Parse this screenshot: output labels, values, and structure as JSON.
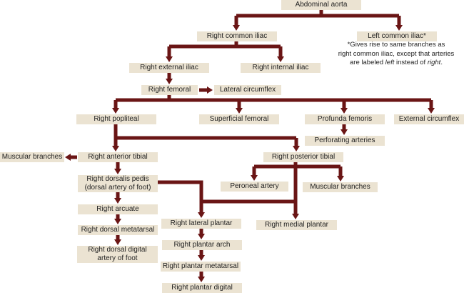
{
  "colors": {
    "connector": "#6a1515",
    "box": "#ebe3d2"
  },
  "nodes": {
    "abdominal_aorta": "Abdominal aorta",
    "right_common_iliac": "Right common iliac",
    "left_common_iliac": "Left common iliac*",
    "right_external_iliac": "Right external iliac",
    "right_internal_iliac": "Right internal iliac",
    "right_femoral": "Right femoral",
    "lateral_circumflex": "Lateral circumflex",
    "right_popliteal": "Right popliteal",
    "superficial_femoral": "Superficial femoral",
    "profunda_femoris": "Profunda femoris",
    "external_circumflex": "External circumflex",
    "perforating_arteries": "Perforating arteries",
    "muscular_branches_1": "Muscular branches",
    "right_anterior_tibial": "Right anterior tibial",
    "right_posterior_tibial": "Right posterior tibial",
    "peroneal_artery": "Peroneal artery",
    "muscular_branches_2": "Muscular branches",
    "right_dorsalis_pedis_1": "Right dorsalis pedis",
    "right_dorsalis_pedis_2": "(dorsal artery of foot)",
    "right_arcuate": "Right arcuate",
    "right_dorsal_metatarsal": "Right dorsal metatarsal",
    "right_dorsal_digital_1": "Right dorsal digital",
    "right_dorsal_digital_2": "artery of foot",
    "right_lateral_plantar": "Right lateral plantar",
    "right_medial_plantar": "Right medial plantar",
    "right_plantar_arch": "Right plantar arch",
    "right_plantar_metatarsal": "Right plantar metatarsal",
    "right_plantar_digital": "Right plantar digital"
  },
  "note": {
    "line1": "*Gives rise to same branches as",
    "line2": "right common iliac, except that arteries",
    "line3_a": "are labeled ",
    "line3_left": "left",
    "line3_b": " instead of ",
    "line3_right": "right",
    "line3_c": "."
  }
}
